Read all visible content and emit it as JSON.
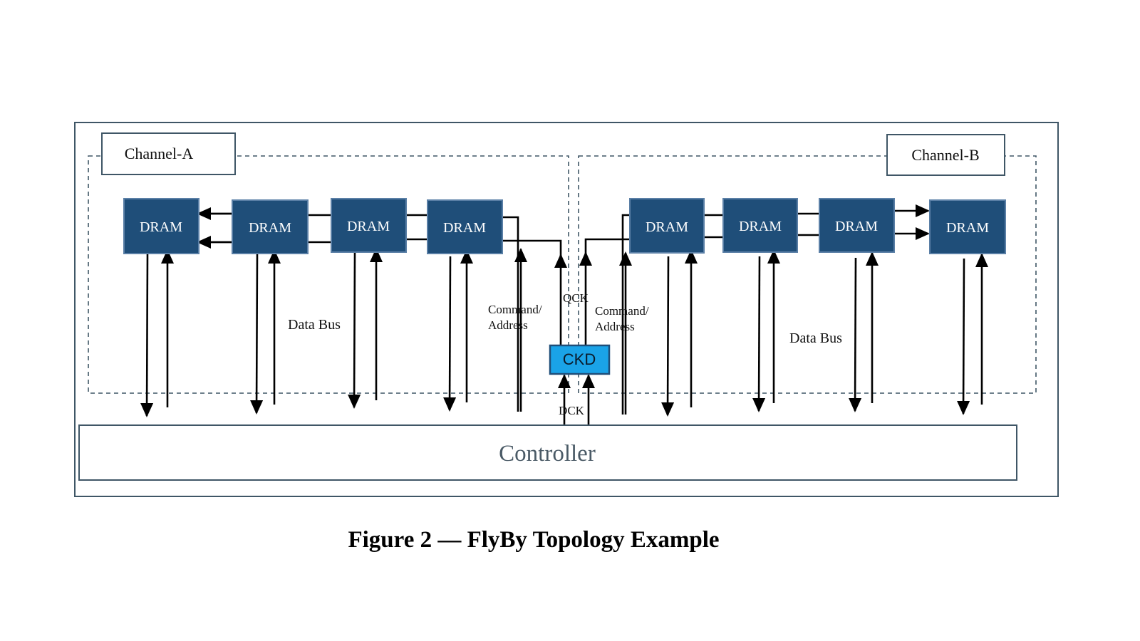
{
  "diagram": {
    "channel_a": {
      "label": "Channel-A",
      "data_bus_label": "Data Bus"
    },
    "channel_b": {
      "label": "Channel-B",
      "data_bus_label": "Data Bus"
    },
    "dram_label": "DRAM",
    "channel_a_drams": [
      "DRAM",
      "DRAM",
      "DRAM",
      "DRAM"
    ],
    "channel_b_drams": [
      "DRAM",
      "DRAM",
      "DRAM",
      "DRAM"
    ],
    "ckd_label": "CKD",
    "ckd_color": "#1aa3e8",
    "qck_label": "QCK",
    "dck_label": "DCK",
    "command_address_left": [
      "Command/",
      "Address"
    ],
    "command_address_right": [
      "Command/",
      "Address"
    ],
    "controller_label": "Controller",
    "dram_color": "#1f4e79"
  },
  "caption": "Figure 2 — FlyBy Topology Example"
}
